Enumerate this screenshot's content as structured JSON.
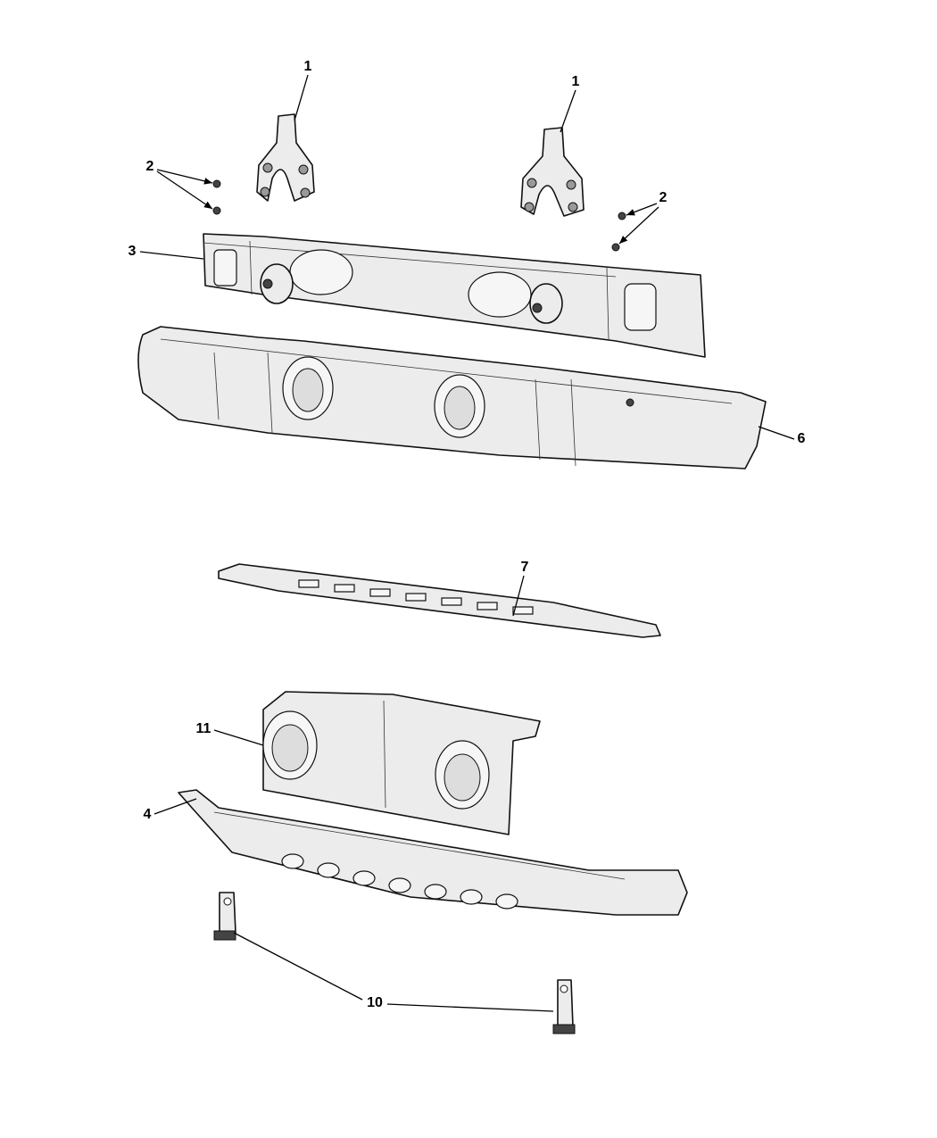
{
  "diagram": {
    "callouts": [
      {
        "id": "1a",
        "text": "1"
      },
      {
        "id": "1b",
        "text": "1"
      },
      {
        "id": "2a",
        "text": "2"
      },
      {
        "id": "2b",
        "text": "2"
      },
      {
        "id": "3",
        "text": "3"
      },
      {
        "id": "6",
        "text": "6"
      },
      {
        "id": "7",
        "text": "7"
      },
      {
        "id": "11",
        "text": "11"
      },
      {
        "id": "4",
        "text": "4"
      },
      {
        "id": "10",
        "text": "10"
      }
    ]
  }
}
